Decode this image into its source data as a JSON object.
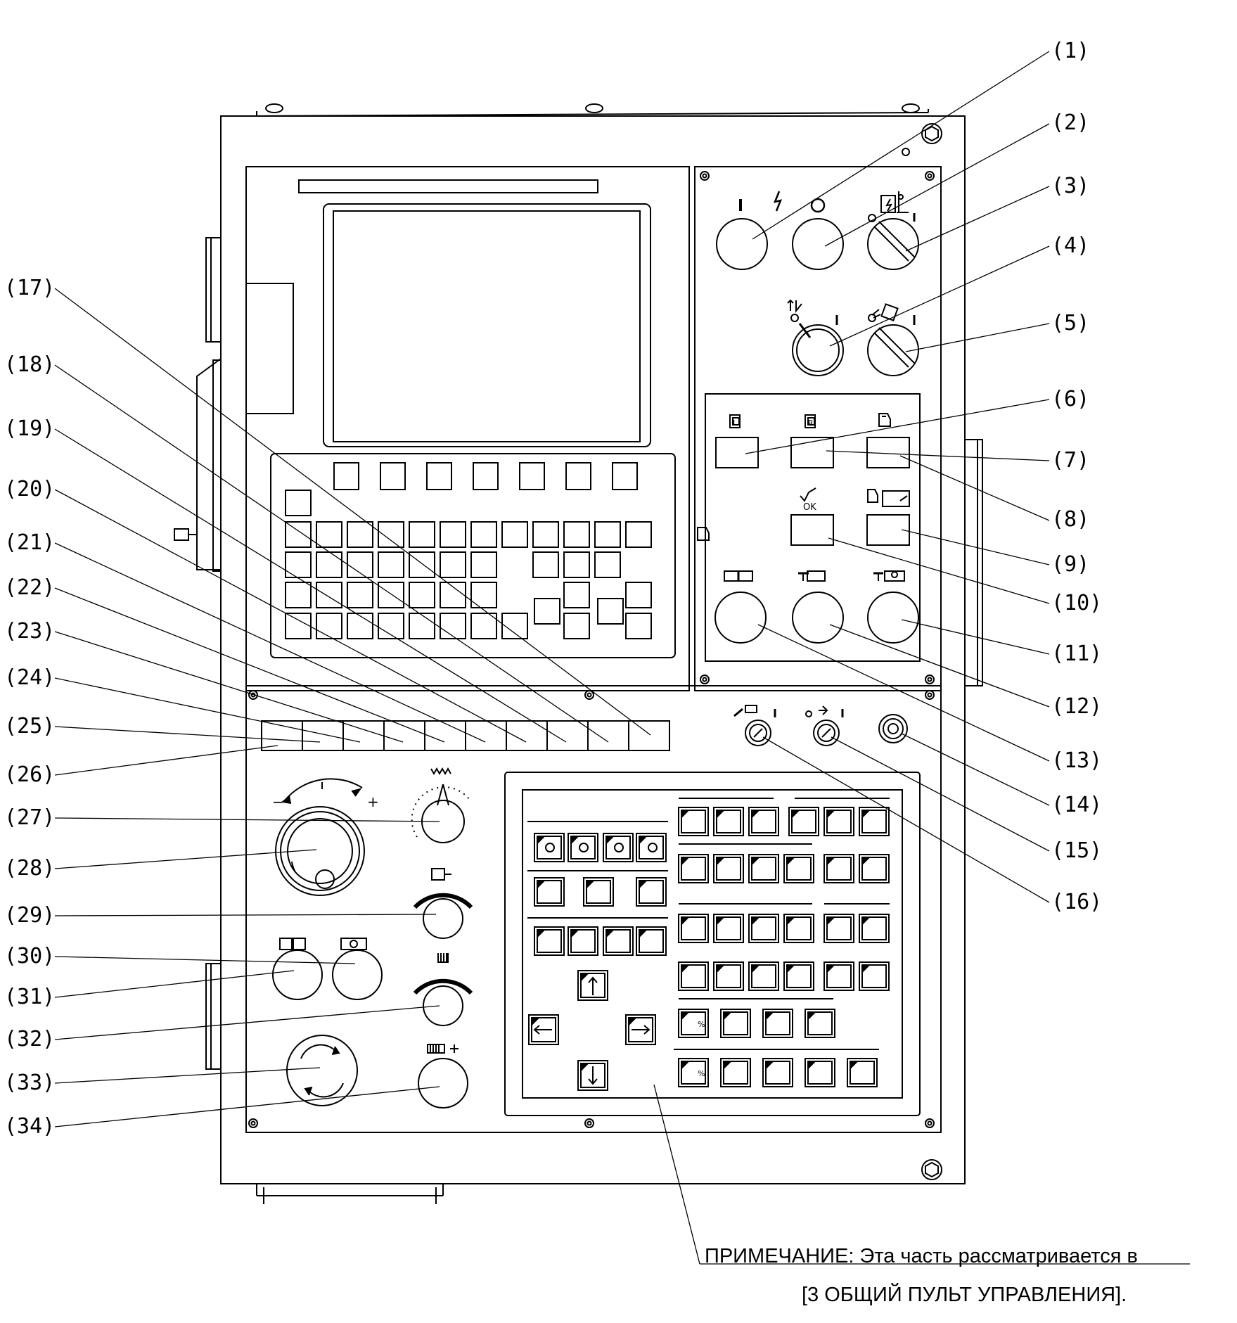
{
  "callouts_right": [
    "(1)",
    "(2)",
    "(3)",
    "(4)",
    "(5)",
    "(6)",
    "(7)",
    "(8)",
    "(9)",
    "(10)",
    "(11)",
    "(12)",
    "(13)",
    "(14)",
    "(15)",
    "(16)"
  ],
  "callouts_left": [
    "(17)",
    "(18)",
    "(19)",
    "(20)",
    "(21)",
    "(22)",
    "(23)",
    "(24)",
    "(25)",
    "(26)",
    "(27)",
    "(28)",
    "(29)",
    "(30)",
    "(31)",
    "(32)",
    "(33)",
    "(34)"
  ],
  "note": {
    "line1": "ПРИМЕЧАНИЕ: Эта часть рассматривается в",
    "line2": "[3 ОБЩИЙ ПУЛЬТ УПРАВЛЕНИЯ]."
  },
  "panel_symbols": {
    "power_on": "I",
    "power_off": "O",
    "ok": "OK",
    "percent": "%",
    "minus": "−",
    "plus": "+",
    "button_L": "L",
    "button_R": "R"
  }
}
